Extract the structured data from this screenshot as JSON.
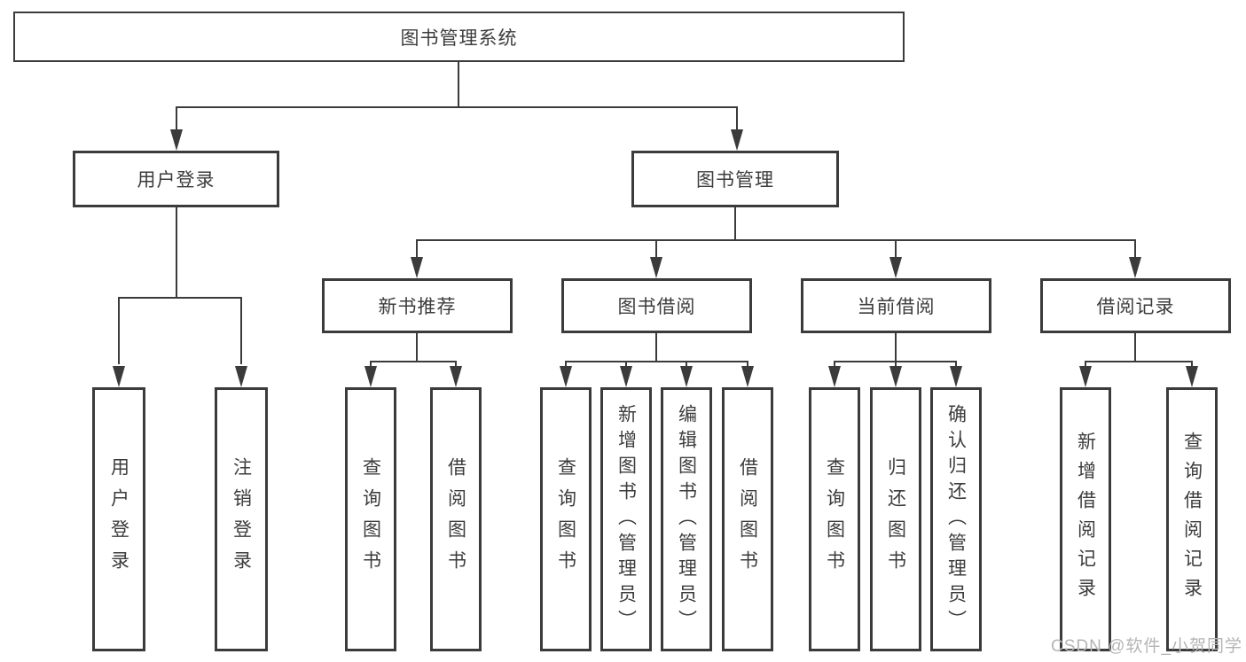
{
  "root": {
    "label": "图书管理系统"
  },
  "level2": [
    {
      "label": "用户登录"
    },
    {
      "label": "图书管理"
    }
  ],
  "level3": [
    {
      "label": "新书推荐",
      "parent": "图书管理"
    },
    {
      "label": "图书借阅",
      "parent": "图书管理"
    },
    {
      "label": "当前借阅",
      "parent": "图书管理"
    },
    {
      "label": "借阅记录",
      "parent": "图书管理"
    }
  ],
  "leaves": [
    {
      "label": "用户登录",
      "parent": "用户登录"
    },
    {
      "label": "注销登录",
      "parent": "用户登录"
    },
    {
      "label": "查询图书",
      "parent": "新书推荐"
    },
    {
      "label": "借阅图书",
      "parent": "新书推荐"
    },
    {
      "label": "查询图书",
      "parent": "图书借阅"
    },
    {
      "label": "新增图书（管理员）",
      "parent": "图书借阅"
    },
    {
      "label": "编辑图书（管理员）",
      "parent": "图书借阅"
    },
    {
      "label": "借阅图书",
      "parent": "图书借阅"
    },
    {
      "label": "查询图书",
      "parent": "当前借阅"
    },
    {
      "label": "归还图书",
      "parent": "当前借阅"
    },
    {
      "label": "确认归还（管理员）",
      "parent": "当前借阅"
    },
    {
      "label": "新增借阅记录",
      "parent": "借阅记录"
    },
    {
      "label": "查询借阅记录",
      "parent": "借阅记录"
    }
  ],
  "watermark": "CSDN @软件_小贺同学",
  "colors": {
    "line": "#3b3b3b",
    "text": "#3c3c3c",
    "background": "#ffffff",
    "watermark": "#b5b5b5"
  }
}
